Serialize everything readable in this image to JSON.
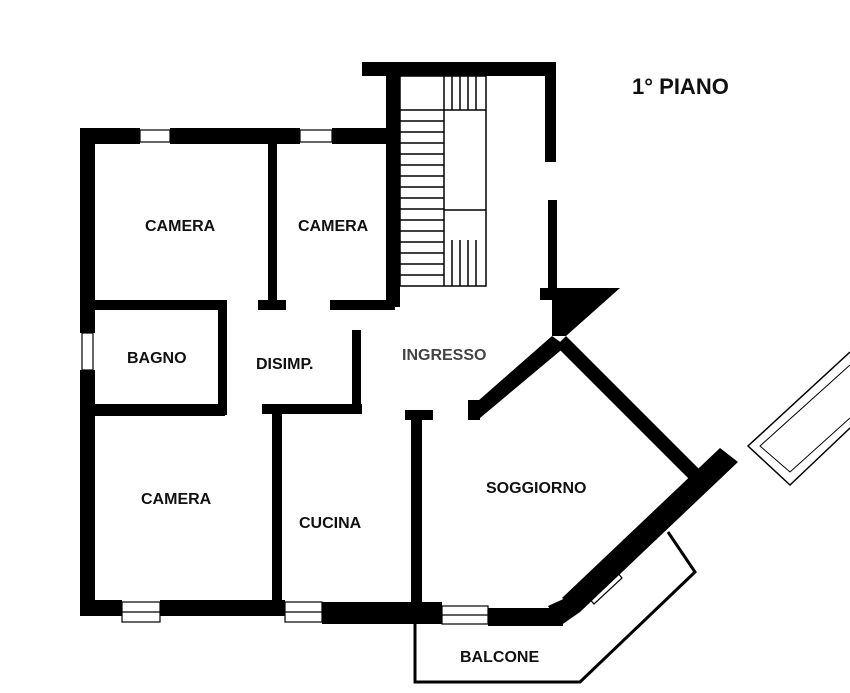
{
  "floor_title": "1° PIANO",
  "rooms": {
    "camera_top_left": "CAMERA",
    "camera_top_right": "CAMERA",
    "bagno": "BAGNO",
    "disimpegno": "DISIMP.",
    "ingresso": "INGRESSO",
    "camera_bottom_left": "CAMERA",
    "cucina": "CUCINA",
    "soggiorno": "SOGGIORNO",
    "balcone": "BALCONE"
  },
  "colors": {
    "wall": "#000000",
    "background": "#ffffff"
  }
}
